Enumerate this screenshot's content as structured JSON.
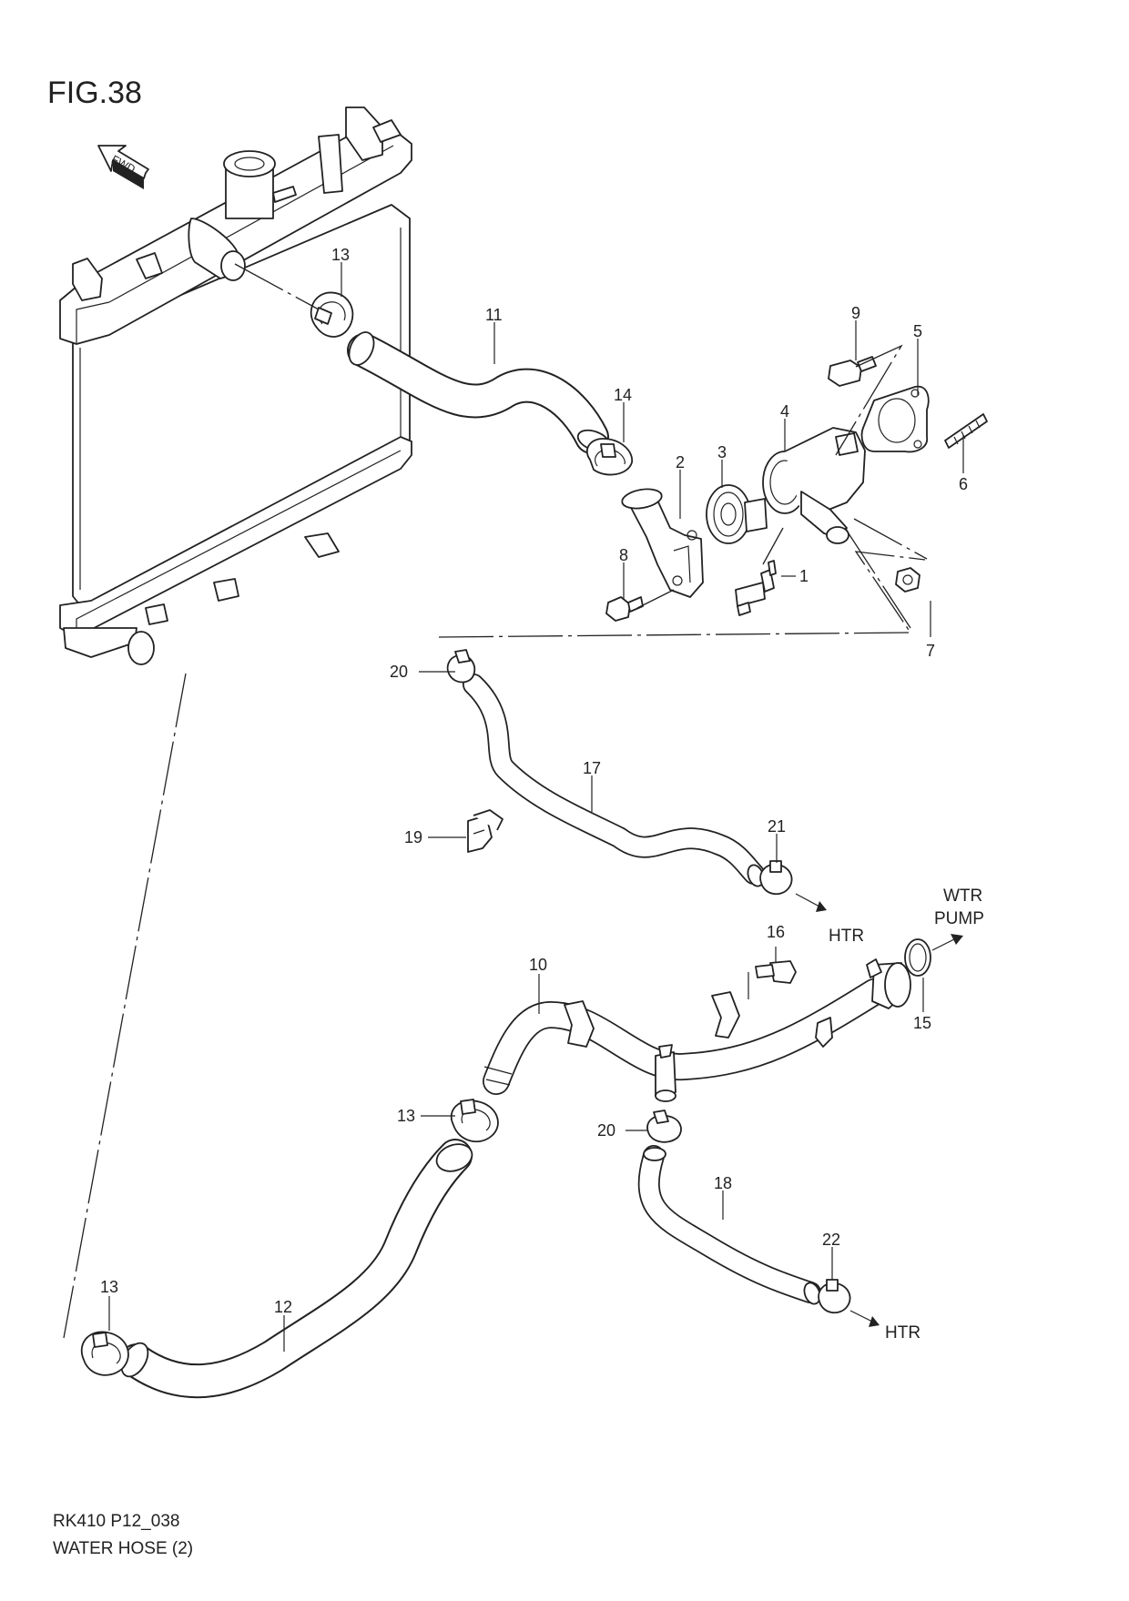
{
  "figure": {
    "title": "FIG.38",
    "fwd_label": "FWD",
    "footer_code": "RK410 P12_038",
    "footer_title": "WATER HOSE (2)"
  },
  "callouts": {
    "c1": "1",
    "c2": "2",
    "c3": "3",
    "c4": "4",
    "c5": "5",
    "c6": "6",
    "c7": "7",
    "c8": "8",
    "c9": "9",
    "c10": "10",
    "c11": "11",
    "c12": "12",
    "c13a": "13",
    "c13b": "13",
    "c13c": "13",
    "c14": "14",
    "c15": "15",
    "c16": "16",
    "c17": "17",
    "c18": "18",
    "c19": "19",
    "c20a": "20",
    "c20b": "20",
    "c21": "21",
    "c22": "22"
  },
  "destinations": {
    "htr_1": "HTR",
    "htr_2": "HTR",
    "wtr": "WTR",
    "pump": "PUMP"
  }
}
